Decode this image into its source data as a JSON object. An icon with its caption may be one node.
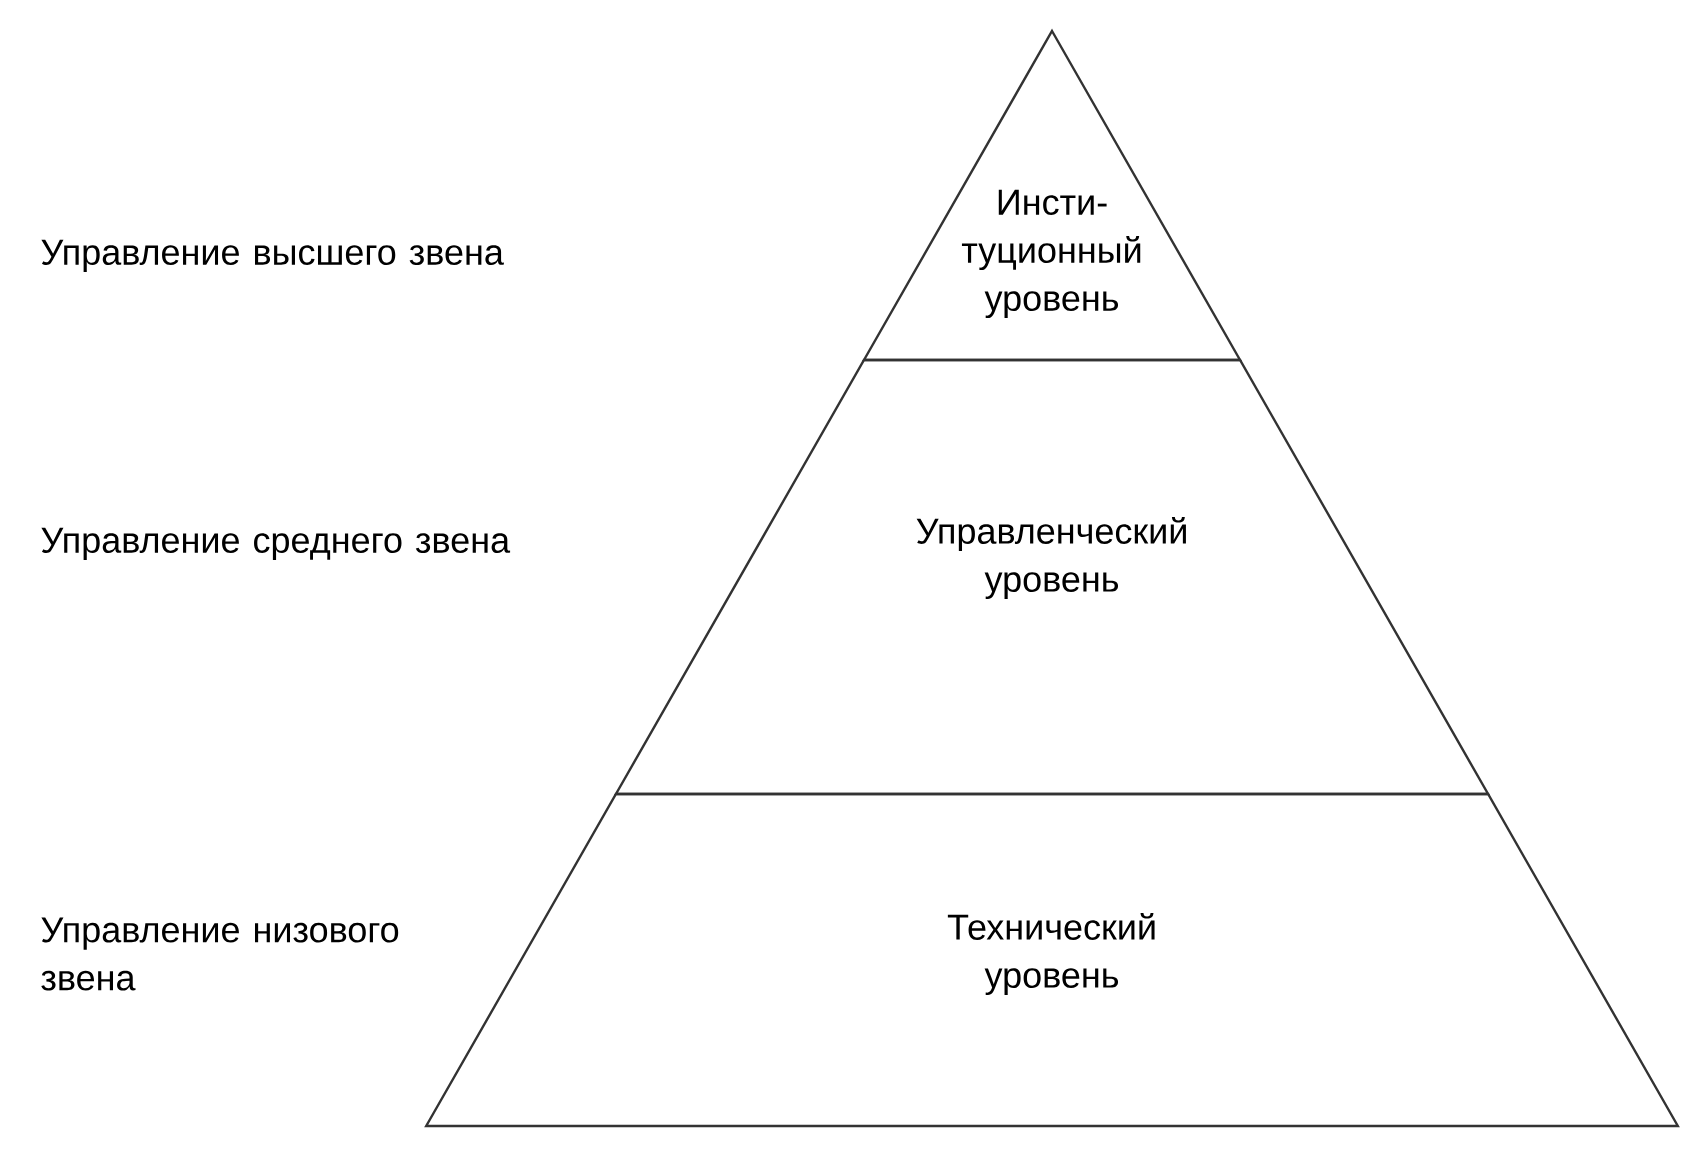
{
  "diagram": {
    "nodes": [
      {
        "text": [
          "Инсти- туционный уровень"
        ]
      },
      {
        "text": [
          "Управленческий уровень"
        ]
      },
      {
        "text": [
          "Технический уровень"
        ]
      }
    ],
    "labels": [
      "Управление высшего звена",
      "Управление среднего звена",
      "Управление низового звена"
    ]
  }
}
